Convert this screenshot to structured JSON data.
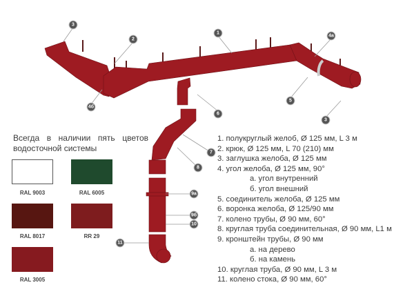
{
  "callouts": [
    "3",
    "2",
    "1",
    "4б",
    "6",
    "4а",
    "5",
    "3",
    "7",
    "8",
    "9а",
    "9б",
    "10",
    "11"
  ],
  "heading": "Всегда в наличии пять цветов водосточной системы",
  "swatches": [
    {
      "label": "RAL 9003",
      "color": "#ffffff"
    },
    {
      "label": "RAL 6005",
      "color": "#1f4a2d"
    },
    {
      "label": "RAL 8017",
      "color": "#571611"
    },
    {
      "label": "RR 29",
      "color": "#7e1c1e"
    },
    {
      "label": "RAL 3005",
      "color": "#861a1f"
    }
  ],
  "legend": [
    "1. полукруглый желоб, Ø 125 мм, L 3 м",
    "2. крюк, Ø 125 мм, L 70 (210) мм",
    "3. заглушка  желоба, Ø 125 мм",
    "4. угол желоба, Ø 125 мм, 90°",
    "а. угол внутренний",
    "б. угол внешний",
    "5. соединитель желоба, Ø 125 мм",
    "6. воронка желоба, Ø 125/90 мм",
    "7. колено трубы, Ø 90 мм, 60°",
    "8. круглая труба соединительная, Ø 90 мм,  L1 м",
    "9. кронштейн трубы, Ø 90 мм",
    "а. на дерево",
    "б. на камень",
    "10. круглая труба, Ø 90 мм, L 3 м",
    "11. колено стока, Ø 90 мм, 60°"
  ],
  "colors": {
    "product": "#9e1b22",
    "callout": "#555555"
  }
}
